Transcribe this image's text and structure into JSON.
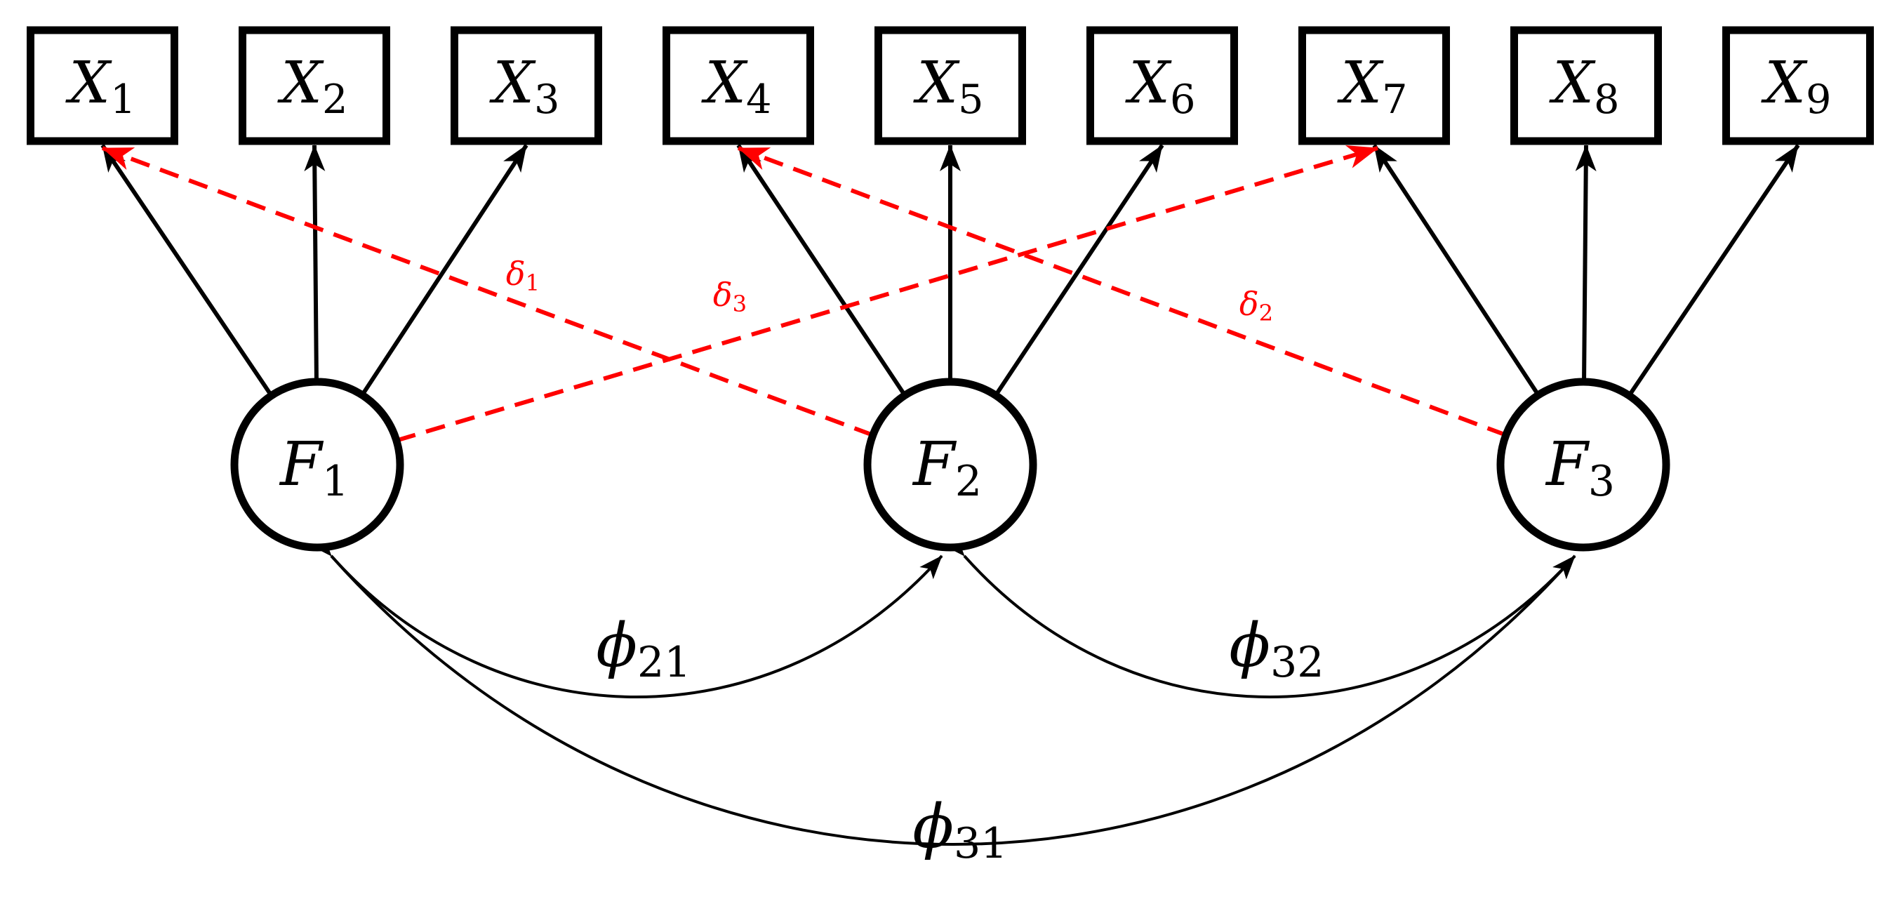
{
  "colors": {
    "line": "#000000",
    "cross_loading": "#ff0000",
    "background": "#ffffff"
  },
  "observed": [
    {
      "id": "X1",
      "base": "X",
      "sub": "1"
    },
    {
      "id": "X2",
      "base": "X",
      "sub": "2"
    },
    {
      "id": "X3",
      "base": "X",
      "sub": "3"
    },
    {
      "id": "X4",
      "base": "X",
      "sub": "4"
    },
    {
      "id": "X5",
      "base": "X",
      "sub": "5"
    },
    {
      "id": "X6",
      "base": "X",
      "sub": "6"
    },
    {
      "id": "X7",
      "base": "X",
      "sub": "7"
    },
    {
      "id": "X8",
      "base": "X",
      "sub": "8"
    },
    {
      "id": "X9",
      "base": "X",
      "sub": "9"
    }
  ],
  "factors": [
    {
      "id": "F1",
      "base": "F",
      "sub": "1"
    },
    {
      "id": "F2",
      "base": "F",
      "sub": "2"
    },
    {
      "id": "F3",
      "base": "F",
      "sub": "3"
    }
  ],
  "loadings": [
    {
      "from": "F1",
      "to": "X1"
    },
    {
      "from": "F1",
      "to": "X2"
    },
    {
      "from": "F1",
      "to": "X3"
    },
    {
      "from": "F2",
      "to": "X4"
    },
    {
      "from": "F2",
      "to": "X5"
    },
    {
      "from": "F2",
      "to": "X6"
    },
    {
      "from": "F3",
      "to": "X7"
    },
    {
      "from": "F3",
      "to": "X8"
    },
    {
      "from": "F3",
      "to": "X9"
    }
  ],
  "cross_loadings": [
    {
      "from": "F2",
      "to": "X1",
      "base": "δ",
      "sub": "1"
    },
    {
      "from": "F3",
      "to": "X4",
      "base": "δ",
      "sub": "2"
    },
    {
      "from": "F1",
      "to": "X7",
      "base": "δ",
      "sub": "3"
    }
  ],
  "covariances": [
    {
      "a": "F1",
      "b": "F2",
      "base": "ϕ",
      "sub": "21"
    },
    {
      "a": "F2",
      "b": "F3",
      "base": "ϕ",
      "sub": "32"
    },
    {
      "a": "F1",
      "b": "F3",
      "base": "ϕ",
      "sub": "31"
    }
  ]
}
